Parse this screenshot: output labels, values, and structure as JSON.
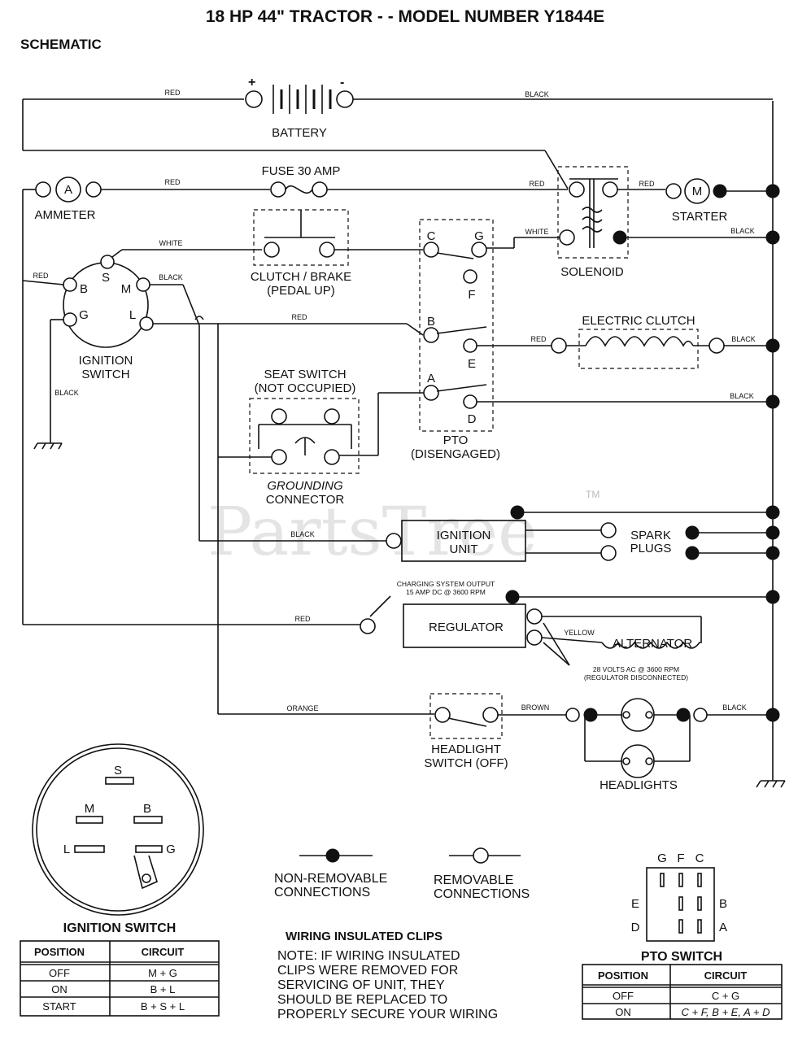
{
  "title": "18 HP 44\" TRACTOR - - MODEL NUMBER Y1844E",
  "subtitle": "SCHEMATIC",
  "watermark": "PartsTree",
  "watermark_tm": "TM",
  "components": {
    "battery": "BATTERY",
    "battery_plus": "+",
    "battery_minus": "-",
    "fuse": "FUSE 30 AMP",
    "ammeter": "AMMETER",
    "ammeter_symbol": "A",
    "starter": "STARTER",
    "starter_symbol": "M",
    "solenoid": "SOLENOID",
    "clutch_brake_1": "CLUTCH / BRAKE",
    "clutch_brake_2": "(PEDAL UP)",
    "ignition_switch_1": "IGNITION",
    "ignition_switch_2": "SWITCH",
    "electric_clutch": "ELECTRIC CLUTCH",
    "seat_switch_1": "SEAT SWITCH",
    "seat_switch_2": "(NOT OCCUPIED)",
    "grounding_1": "GROUNDING",
    "grounding_2": "CONNECTOR",
    "pto_1": "PTO",
    "pto_2": "(DISENGAGED)",
    "ignition_unit_1": "IGNITION",
    "ignition_unit_2": "UNIT",
    "spark_1": "SPARK",
    "spark_2": "PLUGS",
    "regulator": "REGULATOR",
    "alternator": "ALTERNATOR",
    "charging_1": "CHARGING SYSTEM OUTPUT",
    "charging_2": "15 AMP DC @ 3600 RPM",
    "volts_1": "28 VOLTS AC @ 3600 RPM",
    "volts_2": "(REGULATOR DISCONNECTED)",
    "headlight_switch_1": "HEADLIGHT",
    "headlight_switch_2": "SWITCH (OFF)",
    "headlights": "HEADLIGHTS"
  },
  "terminals": {
    "s": "S",
    "b": "B",
    "m": "M",
    "g": "G",
    "l": "L",
    "pto_c": "C",
    "pto_g": "G",
    "pto_f": "F",
    "pto_b": "B",
    "pto_e": "E",
    "pto_a": "A",
    "pto_d": "D"
  },
  "wire_colors": {
    "red": "RED",
    "black": "BLACK",
    "white": "WHITE",
    "yellow": "YELLOW",
    "orange": "ORANGE",
    "brown": "BROWN"
  },
  "legend": {
    "nonremovable_1": "NON-REMOVABLE",
    "nonremovable_2": "CONNECTIONS",
    "removable_1": "REMOVABLE",
    "removable_2": "CONNECTIONS"
  },
  "wiring_clips": {
    "heading": "WIRING INSULATED CLIPS",
    "lines": [
      "NOTE: IF WIRING INSULATED",
      "CLIPS WERE REMOVED FOR",
      "SERVICING OF UNIT, THEY",
      "SHOULD BE REPLACED TO",
      "PROPERLY SECURE YOUR WIRING"
    ]
  },
  "ignition_table": {
    "title": "IGNITION SWITCH",
    "headers": [
      "POSITION",
      "CIRCUIT"
    ],
    "rows": [
      [
        "OFF",
        "M + G"
      ],
      [
        "ON",
        "B + L"
      ],
      [
        "START",
        "B + S + L"
      ]
    ]
  },
  "pto_table": {
    "title": "PTO SWITCH",
    "headers": [
      "POSITION",
      "CIRCUIT"
    ],
    "rows": [
      [
        "OFF",
        "C + G"
      ],
      [
        "ON",
        "C + F, B + E, A + D"
      ]
    ]
  },
  "pto_face": {
    "top": [
      "G",
      "F",
      "C"
    ],
    "left": [
      "E",
      "D"
    ],
    "right": [
      "B",
      "A"
    ]
  }
}
